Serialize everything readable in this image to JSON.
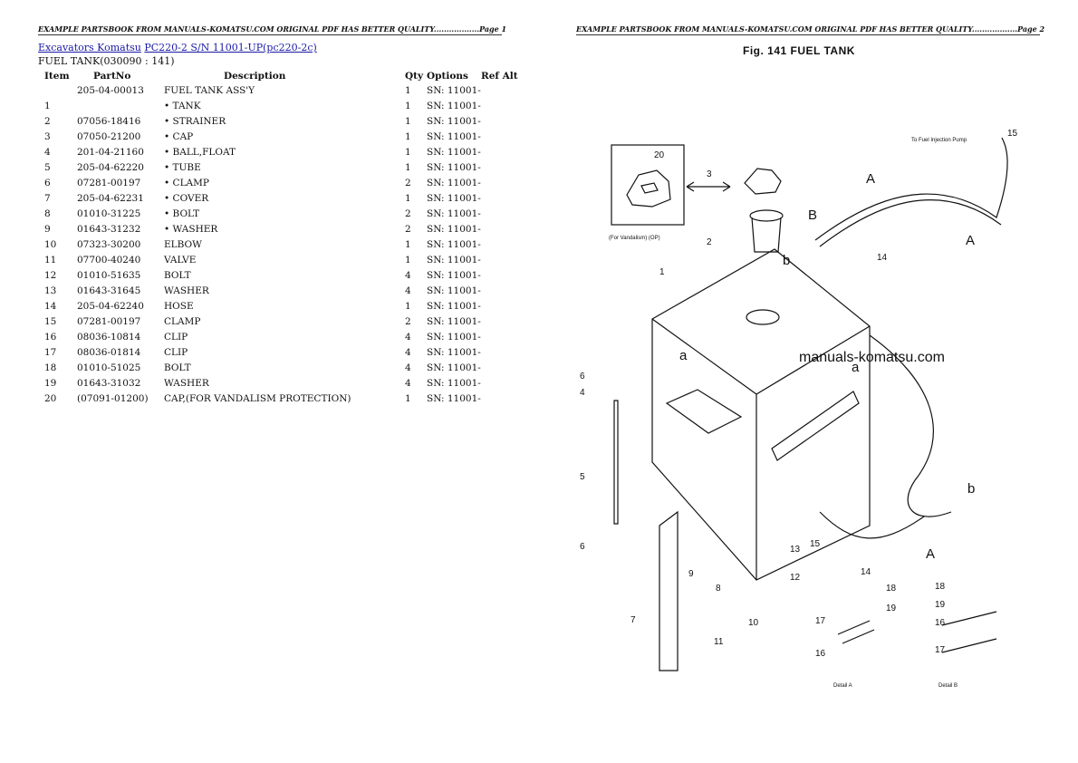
{
  "header": {
    "left": "EXAMPLE PARTSBOOK FROM MANUALS-KOMATSU.COM ORIGINAL PDF HAS BETTER QUALITY..................Page 1",
    "right": "EXAMPLE PARTSBOOK FROM MANUALS-KOMATSU.COM ORIGINAL PDF HAS BETTER QUALITY..................Page 2"
  },
  "breadcrumb": {
    "link1": "Excavators Komatsu",
    "link2": "PC220-2 S/N 11001-UP(pc220-2c)"
  },
  "subtitle": "FUEL TANK(030090 : 141)",
  "table": {
    "headers": [
      "Item",
      "PartNo",
      "Description",
      "Qty",
      "Options",
      "Ref Alt"
    ],
    "rows": [
      [
        "",
        "205-04-00013",
        "FUEL TANK ASS'Y",
        "1",
        "SN: 11001-",
        ""
      ],
      [
        "1",
        "",
        "• TANK",
        "1",
        "SN: 11001-",
        ""
      ],
      [
        "2",
        "07056-18416",
        "• STRAINER",
        "1",
        "SN: 11001-",
        ""
      ],
      [
        "3",
        "07050-21200",
        "• CAP",
        "1",
        "SN: 11001-",
        ""
      ],
      [
        "4",
        "201-04-21160",
        "• BALL,FLOAT",
        "1",
        "SN: 11001-",
        ""
      ],
      [
        "5",
        "205-04-62220",
        "• TUBE",
        "1",
        "SN: 11001-",
        ""
      ],
      [
        "6",
        "07281-00197",
        "• CLAMP",
        "2",
        "SN: 11001-",
        ""
      ],
      [
        "7",
        "205-04-62231",
        "• COVER",
        "1",
        "SN: 11001-",
        ""
      ],
      [
        "8",
        "01010-31225",
        "• BOLT",
        "2",
        "SN: 11001-",
        ""
      ],
      [
        "9",
        "01643-31232",
        "• WASHER",
        "2",
        "SN: 11001-",
        ""
      ],
      [
        "10",
        "07323-30200",
        "ELBOW",
        "1",
        "SN: 11001-",
        ""
      ],
      [
        "11",
        "07700-40240",
        "VALVE",
        "1",
        "SN: 11001-",
        ""
      ],
      [
        "12",
        "01010-51635",
        "BOLT",
        "4",
        "SN: 11001-",
        ""
      ],
      [
        "13",
        "01643-31645",
        "WASHER",
        "4",
        "SN: 11001-",
        ""
      ],
      [
        "14",
        "205-04-62240",
        "HOSE",
        "1",
        "SN: 11001-",
        ""
      ],
      [
        "15",
        "07281-00197",
        "CLAMP",
        "2",
        "SN: 11001-",
        ""
      ],
      [
        "16",
        "08036-10814",
        "CLIP",
        "4",
        "SN: 11001-",
        ""
      ],
      [
        "17",
        "08036-01814",
        "CLIP",
        "4",
        "SN: 11001-",
        ""
      ],
      [
        "18",
        "01010-51025",
        "BOLT",
        "4",
        "SN: 11001-",
        ""
      ],
      [
        "19",
        "01643-31032",
        "WASHER",
        "4",
        "SN: 11001-",
        ""
      ],
      [
        "20",
        "(07091-01200)",
        "CAP,(FOR VANDALISM PROTECTION)",
        "1",
        "SN: 11001-",
        ""
      ]
    ]
  },
  "figure": {
    "title": "Fig. 141   FUEL TANK",
    "watermark": "manuals-komatsu.com",
    "callouts": [
      "1",
      "2",
      "3",
      "4",
      "5",
      "6",
      "6",
      "7",
      "8",
      "9",
      "10",
      "11",
      "12",
      "13",
      "14",
      "14",
      "15",
      "15",
      "16",
      "16",
      "17",
      "17",
      "18",
      "18",
      "19",
      "19",
      "20"
    ],
    "letters": [
      "a",
      "a",
      "b",
      "b",
      "A",
      "A",
      "A",
      "B"
    ],
    "inset_caption": "(For Vandalism) (OP)",
    "pump_caption": "To Fuel Injection Pump",
    "detail_a": "Detail A",
    "detail_b": "Detail B"
  }
}
